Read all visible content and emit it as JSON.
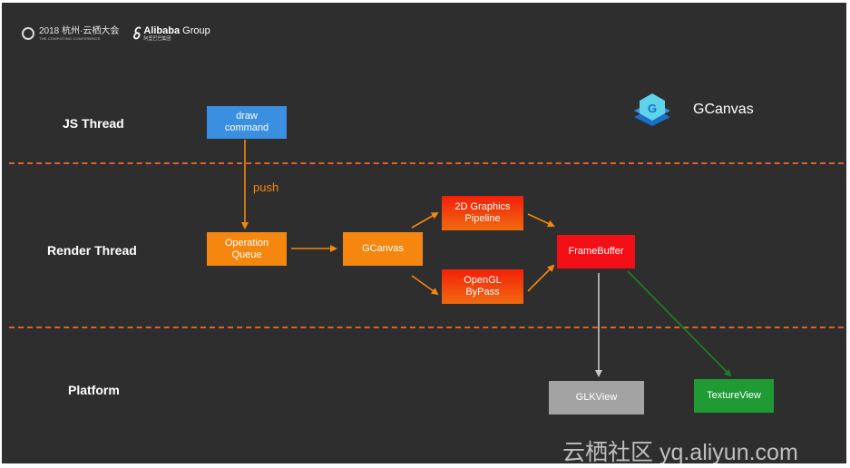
{
  "header": {
    "event_text": "2018 杭州·云栖大会",
    "event_subtext": "THE COMPUTING CONFERENCE",
    "company_bold": "Alibaba",
    "company_rest": " Group",
    "company_subtext": "阿里巴巴集团"
  },
  "lanes": {
    "js_thread": "JS Thread",
    "render_thread": "Render Thread",
    "platform": "Platform"
  },
  "nodes": {
    "draw_command": "draw\ncommand",
    "operation_queue": "Operation\nQueue",
    "gcanvas_node": "GCanvas",
    "graphics_pipeline": "2D Graphics\nPipeline",
    "opengl_bypass": "OpenGL\nByPass",
    "framebuffer": "FrameBuffer",
    "glkview": "GLKView",
    "textureview": "TextureView"
  },
  "edges": {
    "push_label": "push"
  },
  "product": {
    "name": "GCanvas",
    "logo_letter": "G"
  },
  "watermark": "云栖社区 yq.aliyun.com",
  "colors": {
    "background": "#2e2e2e",
    "divider": "#d9622b",
    "js_node": "#3a8fe0",
    "render_node": "#f5870f",
    "framebuffer": "#f20f16",
    "glkview": "#a3a3a3",
    "textureview": "#1f9a34",
    "arrow_orange": "#f5870f",
    "arrow_grey": "#b8b8b8",
    "arrow_green": "#1f7a2a"
  }
}
